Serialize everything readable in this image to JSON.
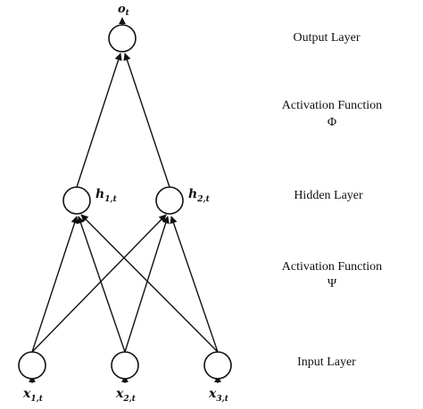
{
  "layers": {
    "output": "Output Layer",
    "activation_top": "Activation Function",
    "activation_top_symbol": "Φ",
    "hidden": "Hidden Layer",
    "activation_bottom": "Activation Function",
    "activation_bottom_symbol": "Ψ",
    "input": "Input Layer"
  },
  "nodes": {
    "output": {
      "main": "o",
      "sub": "t"
    },
    "hidden": [
      {
        "main": "h",
        "sub": "1,t"
      },
      {
        "main": "h",
        "sub": "2,t"
      }
    ],
    "input": [
      {
        "main": "x",
        "sub": "1,t"
      },
      {
        "main": "x",
        "sub": "2,t"
      },
      {
        "main": "x",
        "sub": "3,t"
      }
    ]
  },
  "colors": {
    "stroke": "#111111",
    "background": "#ffffff"
  }
}
